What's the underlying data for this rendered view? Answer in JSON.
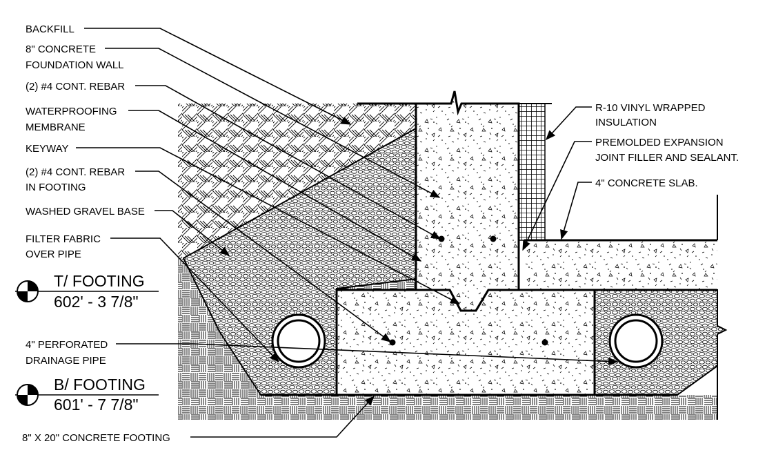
{
  "labels": {
    "backfill": "BACKFILL",
    "wall_1": "8\" CONCRETE",
    "wall_2": "FOUNDATION WALL",
    "rebar_wall": "(2) #4 CONT. REBAR",
    "membrane_1": "WATERPROOFING",
    "membrane_2": "MEMBRANE",
    "keyway": "KEYWAY",
    "rebar_footing_1": "(2) #4 CONT. REBAR",
    "rebar_footing_2": "IN FOOTING",
    "gravel": "WASHED GRAVEL BASE",
    "fabric_1": "FILTER FABRIC",
    "fabric_2": "OVER PIPE",
    "pipe_1": "4\" PERFORATED",
    "pipe_2": "DRAINAGE PIPE",
    "footing": "8\" X 20\" CONCRETE FOOTING",
    "insulation_1": "R-10 VINYL WRAPPED",
    "insulation_2": "INSULATION",
    "joint_1": "PREMOLDED EXPANSION",
    "joint_2": "JOINT FILLER AND SEALANT.",
    "slab": "4\" CONCRETE SLAB."
  },
  "elevations": {
    "top_title": "T/ FOOTING",
    "top_value": "602' - 3 7/8\"",
    "bottom_title": "B/ FOOTING",
    "bottom_value": "601' - 7 7/8\""
  },
  "icons": [
    "elevation-marker-icon"
  ]
}
